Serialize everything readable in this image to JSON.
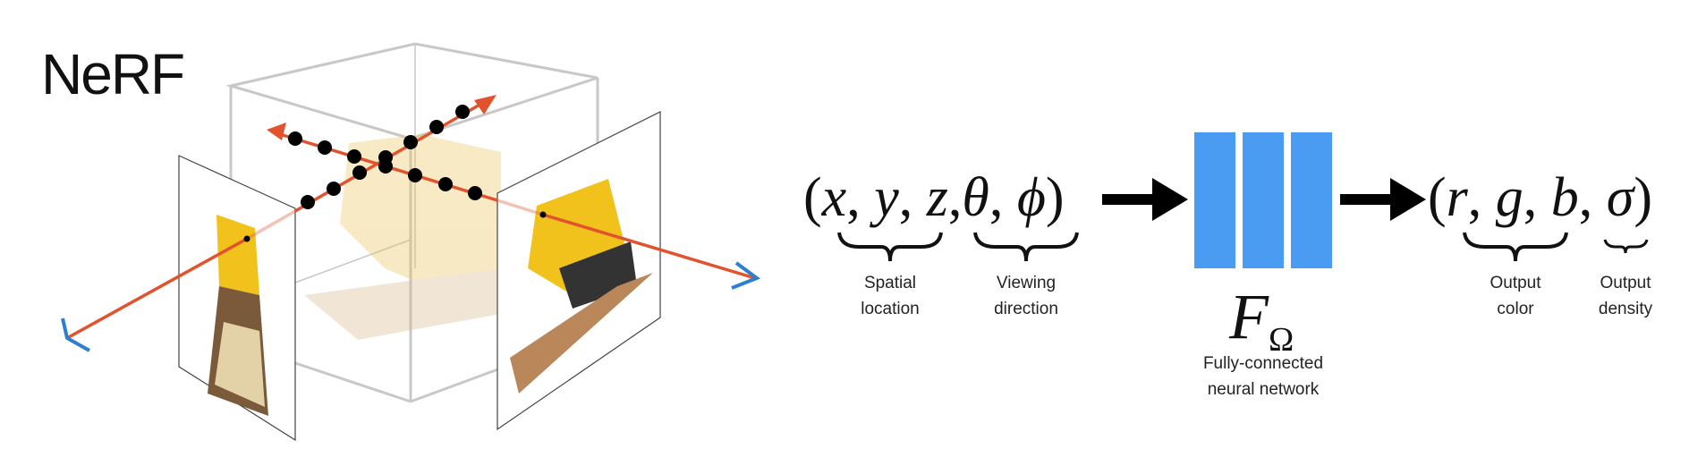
{
  "title": "NeRF",
  "colors": {
    "ray": "#e2532d",
    "eye": "#2f7fd0",
    "network": "#4a9cf2",
    "cube": "#c8c8c8"
  },
  "input": {
    "open": "(",
    "x": "x",
    "y": "y",
    "z": "z",
    "theta": "θ",
    "phi": "ϕ",
    "comma": ",",
    "close": ")",
    "spatial_label": [
      "Spatial",
      "location"
    ],
    "viewing_label": [
      "Viewing",
      "direction"
    ]
  },
  "network": {
    "symbol": "F",
    "subscript": "Ω",
    "label": [
      "Fully-connected",
      "neural network"
    ],
    "layers": 3
  },
  "output": {
    "open": "(",
    "r": "r",
    "g": "g",
    "b": "b",
    "sigma": "σ",
    "comma": ",",
    "close": ")",
    "color_label": [
      "Output",
      "color"
    ],
    "density_label": [
      "Output",
      "density"
    ]
  }
}
